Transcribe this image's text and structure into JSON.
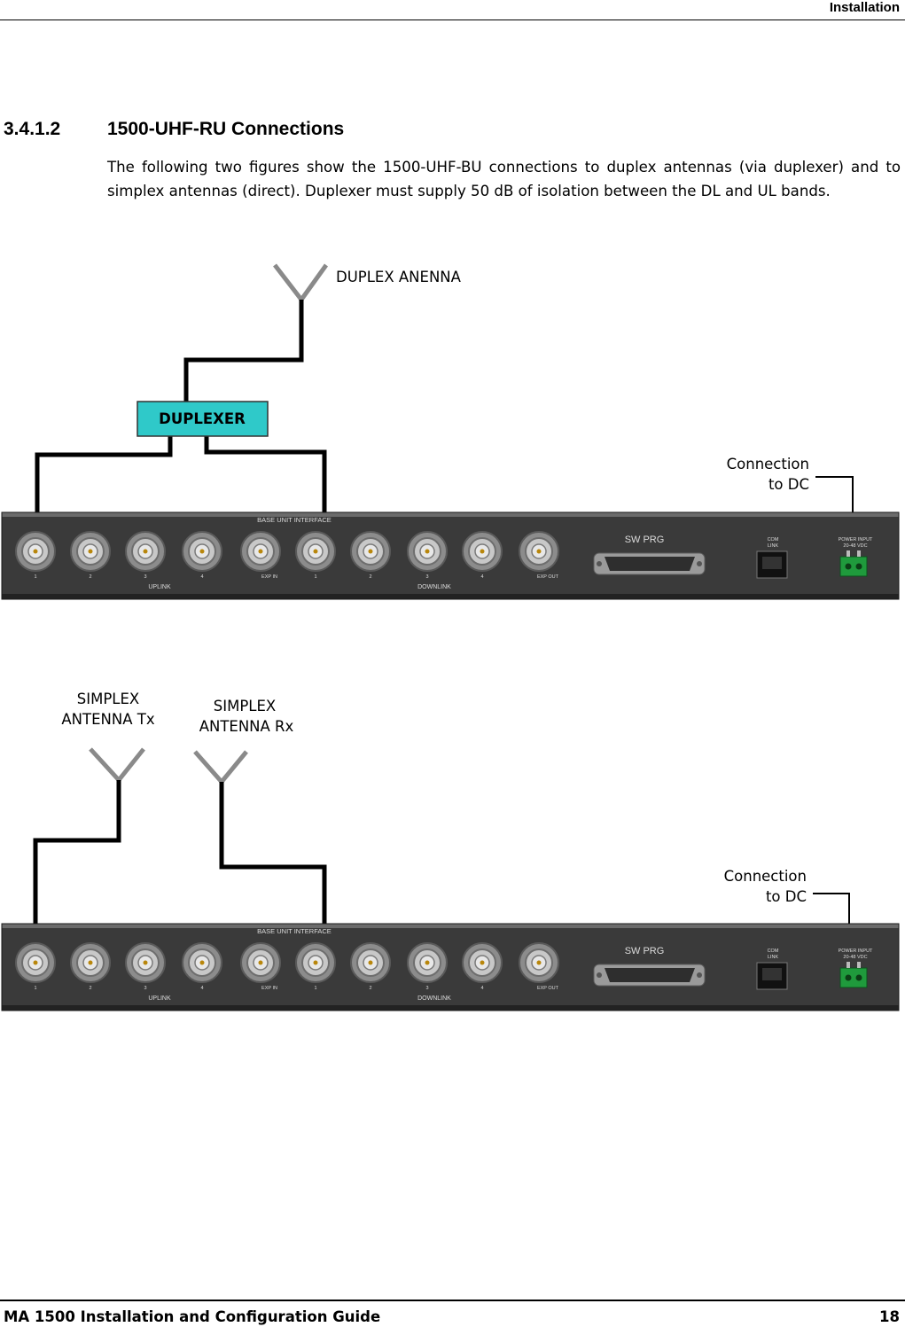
{
  "header": {
    "title": "Installation"
  },
  "section": {
    "number": "3.4.1.2",
    "title": "1500-UHF-RU Connections",
    "body": "The following two figures show the 1500-UHF-BU connections to duplex antennas (via duplexer) and to simplex antennas (direct). Duplexer must supply 50 dB of isolation between the DL and UL bands."
  },
  "figure1": {
    "antenna_label": "DUPLEX ANENNA",
    "duplexer_label": "DUPLEXER",
    "dc_label_line1": "Connection",
    "dc_label_line2": "to DC"
  },
  "figure2": {
    "tx_label_line1": "SIMPLEX",
    "tx_label_line2": "ANTENNA Tx",
    "rx_label_line1": "SIMPLEX",
    "rx_label_line2": "ANTENNA Rx",
    "dc_label_line1": "Connection",
    "dc_label_line2": "to DC"
  },
  "panel": {
    "top_label": "BASE UNIT INTERFACE",
    "uplink_label": "UPLINK",
    "downlink_label": "DOWNLINK",
    "exp_in_label": "EXP IN",
    "exp_out_label": "EXP OUT",
    "sw_prg_label": "SW PRG",
    "com_label_1": "COM",
    "com_label_2": "LINK",
    "power_label_1": "POWER INPUT",
    "power_label_2": "20-48 VDC",
    "port_numbers": [
      "1",
      "2",
      "3",
      "4"
    ],
    "colors": {
      "panel": "#3a3a3a",
      "duplexer": "#2fc9c9",
      "terminal": "#1f9a3c"
    }
  },
  "footer": {
    "left": "MA 1500 Installation and Configuration Guide",
    "right": "18"
  }
}
